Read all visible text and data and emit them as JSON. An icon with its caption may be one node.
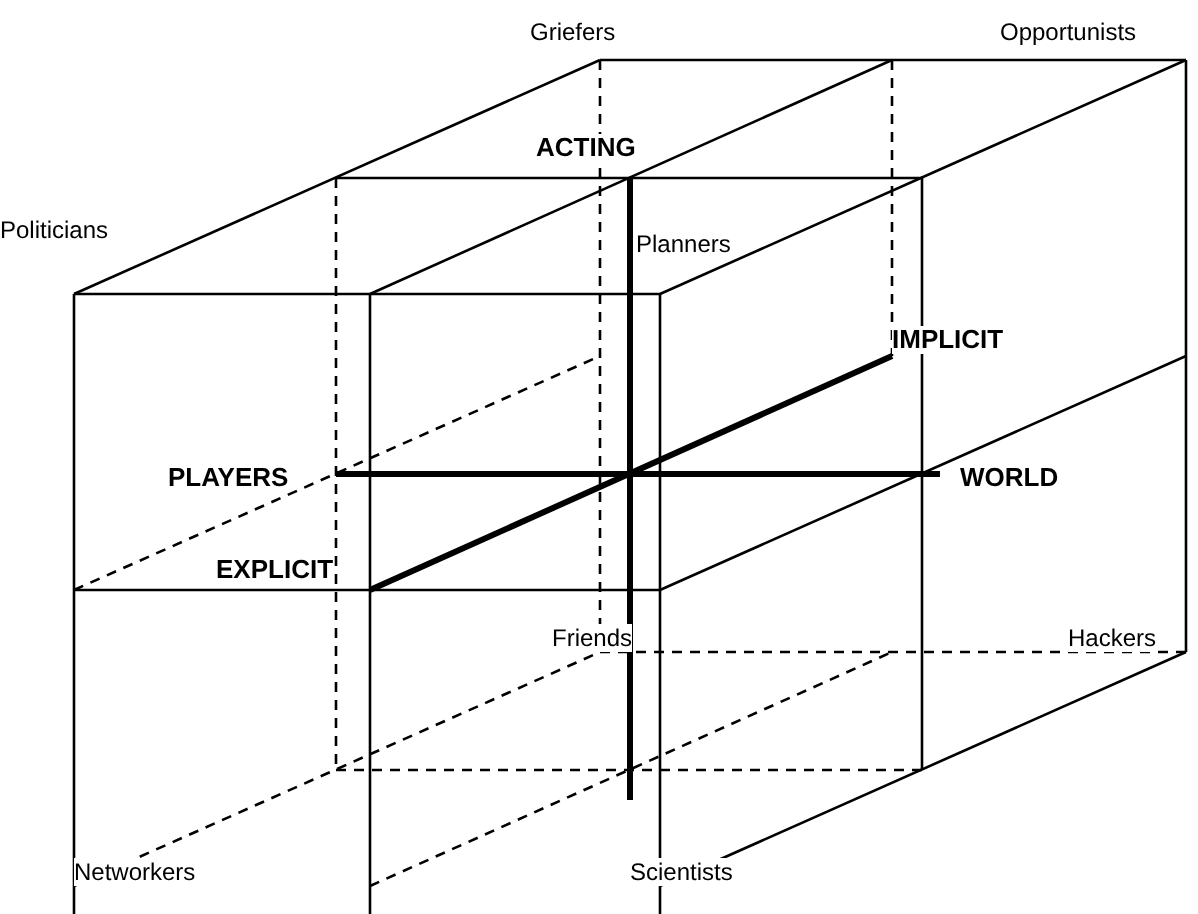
{
  "diagram": {
    "labels": [
      "Griefers",
      "Opportunists",
      "ACTING",
      "Politicians",
      "Planners",
      "IMPLICIT",
      "PLAYERS",
      "WORLD",
      "EXPLICIT",
      "Friends",
      "Hackers",
      "Networkers",
      "Scientists"
    ]
  }
}
